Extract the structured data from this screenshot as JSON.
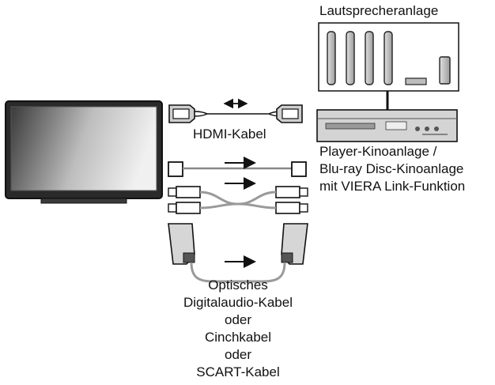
{
  "labels": {
    "speaker_system": "Lautsprecheranlage",
    "hdmi_cable": "HDMI-Kabel",
    "player_line1": "Player-Kinoanlage /",
    "player_line2": "Blu-ray Disc-Kinoanlage",
    "player_line3": "mit VIERA Link-Funktion",
    "cable_line1": "Optisches",
    "cable_line2": "Digitalaudio-Kabel",
    "cable_line3": "oder",
    "cable_line4": "Cinchkabel",
    "cable_line5": "oder",
    "cable_line6": "SCART-Kabel"
  },
  "colors": {
    "stroke": "#111111",
    "cable_gray": "#9a9a9a",
    "screen_dark": "#3a3a3a",
    "screen_light": "#e8e8e8",
    "device_fill": "#d4d4d4"
  }
}
